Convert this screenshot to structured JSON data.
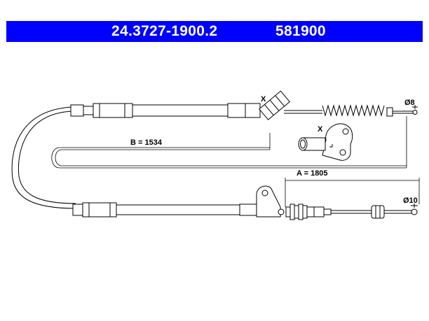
{
  "header": {
    "part_number": "24.3727-1900.2",
    "ref_code": "581900",
    "background": "#0000ff",
    "text_color": "#ffffff"
  },
  "diagram": {
    "label_x_top": "X",
    "label_x_detail": "X",
    "dim_b": "B = 1534",
    "dim_a": "A = 1805",
    "dia_top": "Ø8",
    "dia_bottom": "Ø10"
  }
}
